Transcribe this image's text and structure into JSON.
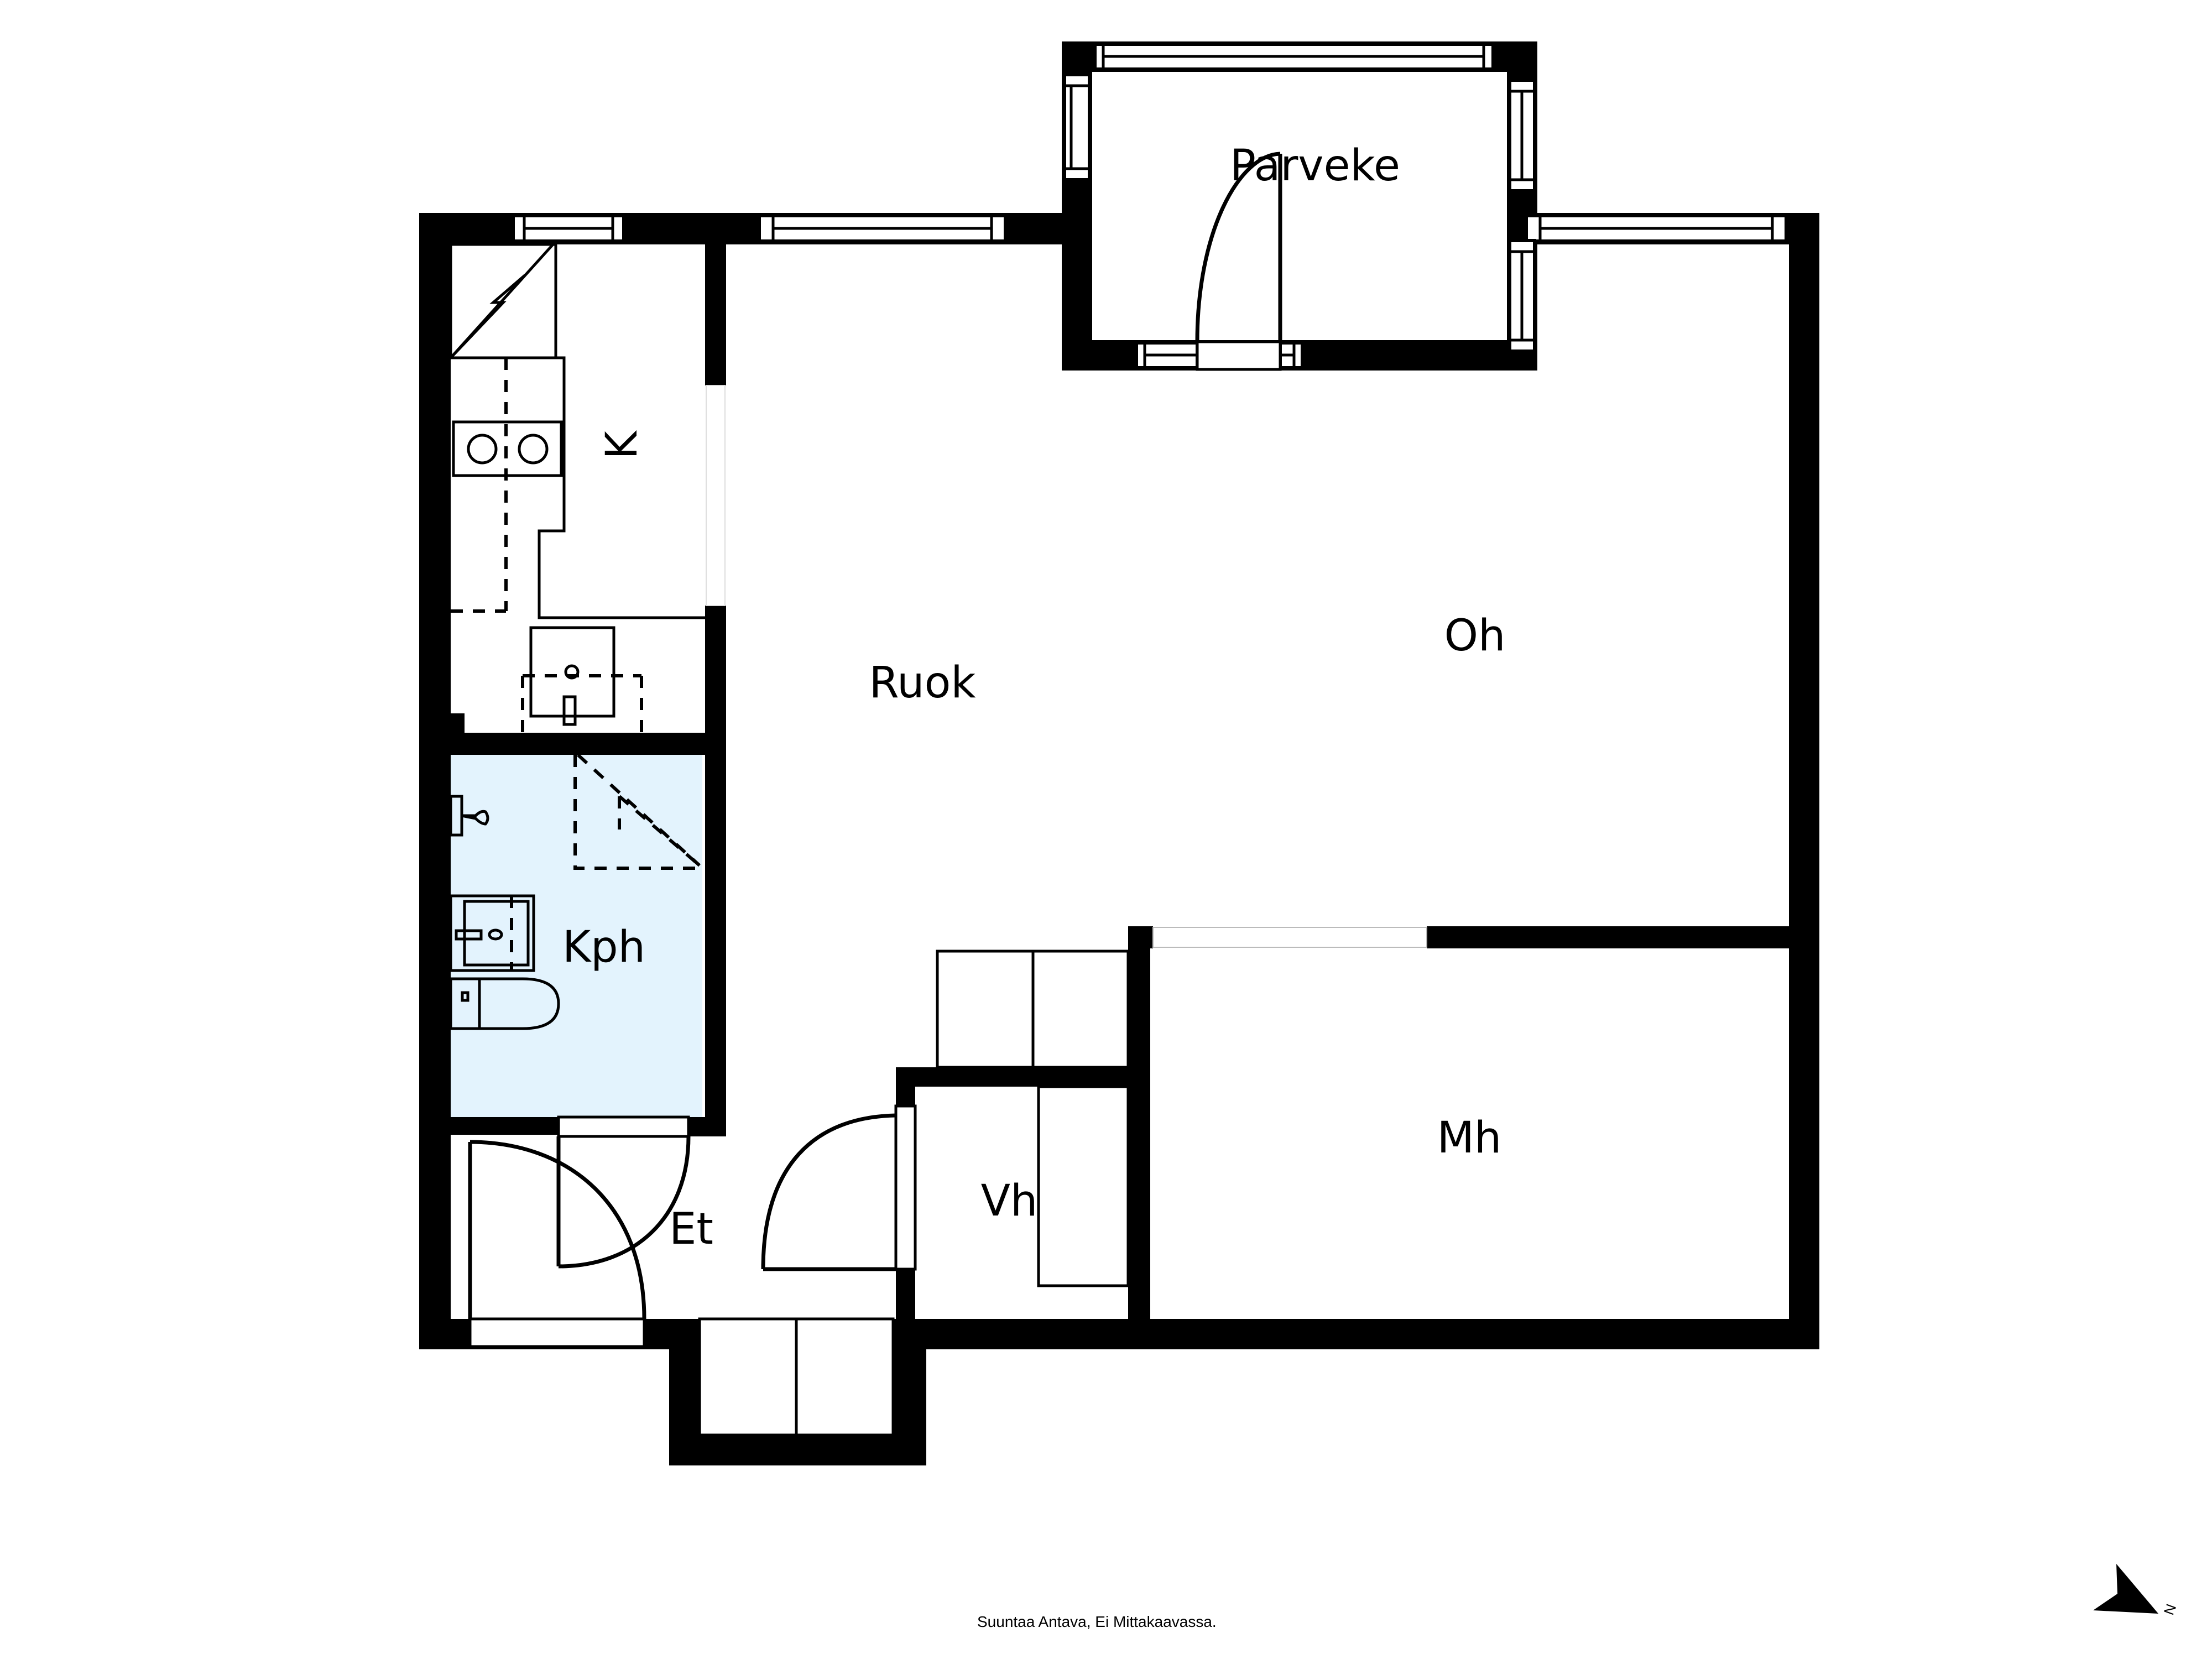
{
  "plan": {
    "type": "floor-plan",
    "colors": {
      "wall": "#000000",
      "background": "#ffffff",
      "bathroom_fill": "#E3F3FD"
    },
    "rooms": [
      {
        "id": "parveke",
        "label": "Parveke",
        "meaning": "balcony"
      },
      {
        "id": "k",
        "label": "K",
        "meaning": "kitchen",
        "rotated": true
      },
      {
        "id": "ruok",
        "label": "Ruok",
        "meaning": "dining"
      },
      {
        "id": "oh",
        "label": "Oh",
        "meaning": "living room"
      },
      {
        "id": "kph",
        "label": "Kph",
        "meaning": "bathroom"
      },
      {
        "id": "et",
        "label": "Et",
        "meaning": "entry hall"
      },
      {
        "id": "vh",
        "label": "Vh",
        "meaning": "walk-in closet"
      },
      {
        "id": "mh",
        "label": "Mh",
        "meaning": "bedroom"
      }
    ],
    "fixtures": [
      "fridge",
      "stove-two-burners",
      "kitchen-sink",
      "dishwasher-outline",
      "bath-sink",
      "toilet",
      "shower-area",
      "shower-tap",
      "wardrobes"
    ],
    "footer_note": "Suuntaa Antava, Ei Mittakaavassa.",
    "north_arrow": {
      "label": "N"
    }
  }
}
